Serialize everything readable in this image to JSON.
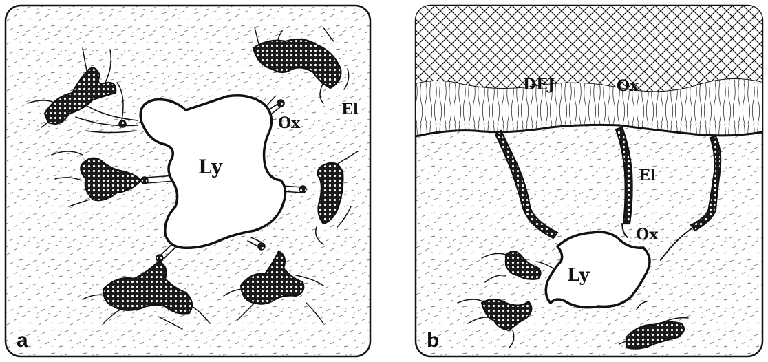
{
  "panels": [
    {
      "letter": "a",
      "labels": {
        "lymphatic": "Ly",
        "oxytalan": "Ox",
        "elaunin": "El"
      }
    },
    {
      "letter": "b",
      "labels": {
        "lymphatic": "Ly",
        "oxytalan": "Ox",
        "elaunin": "El",
        "dej": "DEJ",
        "dej_ox": "Ox"
      }
    }
  ],
  "colors": {
    "ink": "#111111",
    "background": "#ffffff",
    "stipple": "#6b6b6b"
  }
}
